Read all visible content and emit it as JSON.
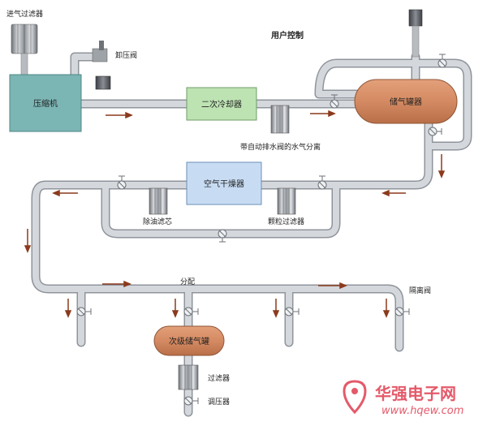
{
  "title": "用户控制",
  "labels": {
    "intake_filter": "进气过滤器",
    "relief_valve": "卸压阀",
    "compressor": "压缩机",
    "aftercooler": "二次冷却器",
    "separator": "带自动排水阀的水气分离",
    "receiver": "储气罐器",
    "dryer": "空气干燥器",
    "oil_filter": "除油滤芯",
    "particle_filter": "颗粒过滤器",
    "distribution": "分配",
    "isolation_valve": "隔离阀",
    "secondary_receiver": "次级储气罐",
    "filter": "过滤器",
    "regulator": "调压器"
  },
  "watermark": {
    "name": "华强电子网",
    "url": "www.hqew.com"
  },
  "colors": {
    "pipe": "#c9cdd3",
    "pipe_edge": "#8f949b",
    "compressor": "#7bb5b4",
    "cooler": "#bde3b3",
    "dryer": "#c7dcf3",
    "tank": "#d98f66",
    "arrow": "#8b3a1c",
    "watermark": "#e45a6a"
  }
}
